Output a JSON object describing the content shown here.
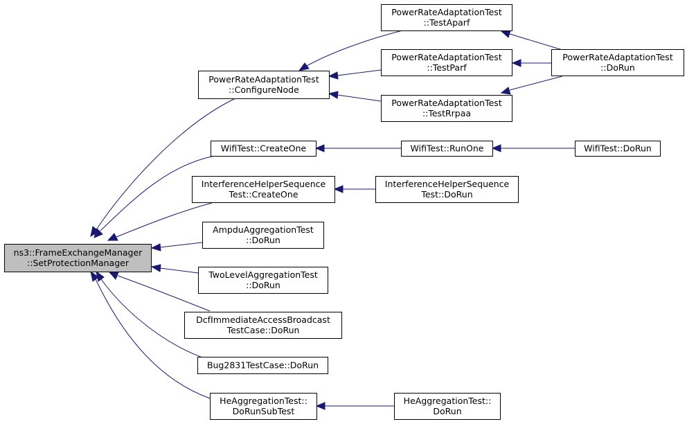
{
  "nodes": {
    "set_protection_manager": [
      "ns3::FrameExchangeManager",
      "::SetProtectionManager"
    ],
    "configure_node": [
      "PowerRateAdaptationTest",
      "::ConfigureNode"
    ],
    "test_aparf": [
      "PowerRateAdaptationTest",
      "::TestAparf"
    ],
    "test_parf": [
      "PowerRateAdaptationTest",
      "::TestParf"
    ],
    "test_rrpaa": [
      "PowerRateAdaptationTest",
      "::TestRrpaa"
    ],
    "power_rate_do_run": [
      "PowerRateAdaptationTest",
      "::DoRun"
    ],
    "wifi_create_one": [
      "WifiTest::CreateOne"
    ],
    "wifi_run_one": [
      "WifiTest::RunOne"
    ],
    "wifi_do_run": [
      "WifiTest::DoRun"
    ],
    "interference_create_one": [
      "InterferenceHelperSequence",
      "Test::CreateOne"
    ],
    "interference_do_run": [
      "InterferenceHelperSequence",
      "Test::DoRun"
    ],
    "ampdu_do_run": [
      "AmpduAggregationTest",
      "::DoRun"
    ],
    "two_level_do_run": [
      "TwoLevelAggregationTest",
      "::DoRun"
    ],
    "dcf_do_run": [
      "DcfImmediateAccessBroadcast",
      "TestCase::DoRun"
    ],
    "bug2831_do_run": [
      "Bug2831TestCase::DoRun"
    ],
    "he_do_run_sub_test": [
      "HeAggregationTest::",
      "DoRunSubTest"
    ],
    "he_do_run": [
      "HeAggregationTest::",
      "DoRun"
    ]
  },
  "edges": [
    {
      "from": "configure_node",
      "to": "set_protection_manager"
    },
    {
      "from": "wifi_create_one",
      "to": "set_protection_manager"
    },
    {
      "from": "interference_create_one",
      "to": "set_protection_manager"
    },
    {
      "from": "ampdu_do_run",
      "to": "set_protection_manager"
    },
    {
      "from": "two_level_do_run",
      "to": "set_protection_manager"
    },
    {
      "from": "dcf_do_run",
      "to": "set_protection_manager"
    },
    {
      "from": "bug2831_do_run",
      "to": "set_protection_manager"
    },
    {
      "from": "he_do_run_sub_test",
      "to": "set_protection_manager"
    },
    {
      "from": "test_aparf",
      "to": "configure_node"
    },
    {
      "from": "test_parf",
      "to": "configure_node"
    },
    {
      "from": "test_rrpaa",
      "to": "configure_node"
    },
    {
      "from": "power_rate_do_run",
      "to": "test_aparf"
    },
    {
      "from": "power_rate_do_run",
      "to": "test_parf"
    },
    {
      "from": "power_rate_do_run",
      "to": "test_rrpaa"
    },
    {
      "from": "wifi_run_one",
      "to": "wifi_create_one"
    },
    {
      "from": "wifi_do_run",
      "to": "wifi_run_one"
    },
    {
      "from": "interference_do_run",
      "to": "interference_create_one"
    },
    {
      "from": "he_do_run",
      "to": "he_do_run_sub_test"
    }
  ],
  "colors": {
    "edge": "#191970",
    "focus_fill": "#bfbfbf",
    "node_fill": "#ffffff",
    "node_border": "#000000"
  }
}
